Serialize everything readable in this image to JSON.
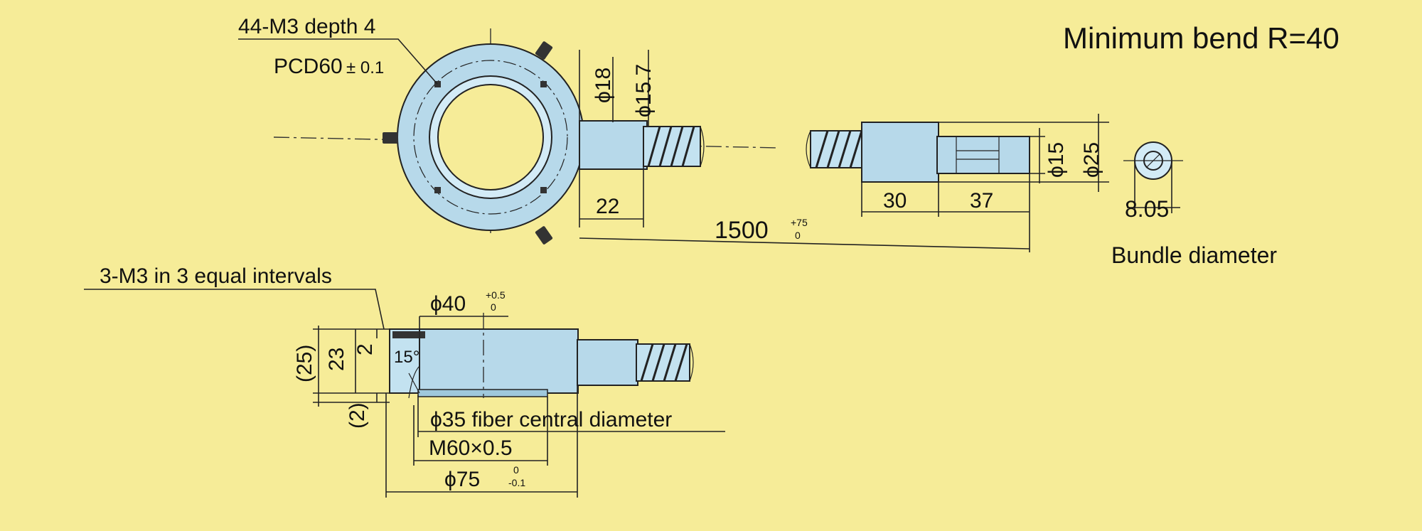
{
  "labels": {
    "tapped_holes": "44-M3 depth 4",
    "pcd": "PCD60",
    "pcd_tol": "± 0.1",
    "min_bend": "Minimum bend R=40",
    "phi18": "ϕ18",
    "phi15_7": "ϕ15.7",
    "dim22": "22",
    "length": "1500",
    "length_tol_upper": "+75",
    "length_tol_lower": "0",
    "dim30": "30",
    "dim37": "37",
    "phi15": "ϕ15",
    "phi25": "ϕ25",
    "bundle_value": "8.05",
    "bundle_label": "Bundle diameter",
    "screws": "3-M3 in 3 equal intervals",
    "phi40": "ϕ40",
    "phi40_tol_upper": "+0.5",
    "phi40_tol_lower": "0",
    "h25": "(25)",
    "h23": "23",
    "h2": "2",
    "h2b": "(2)",
    "angle": "15°",
    "phi35": "ϕ35 fiber central diameter",
    "thread": "M60×0.5",
    "phi75": "ϕ75",
    "phi75_tol_upper": "0",
    "phi75_tol_lower": "-0.1"
  },
  "colors": {
    "paper": "#f6ec98",
    "metal": "#b7d9ea",
    "line": "#222222"
  }
}
